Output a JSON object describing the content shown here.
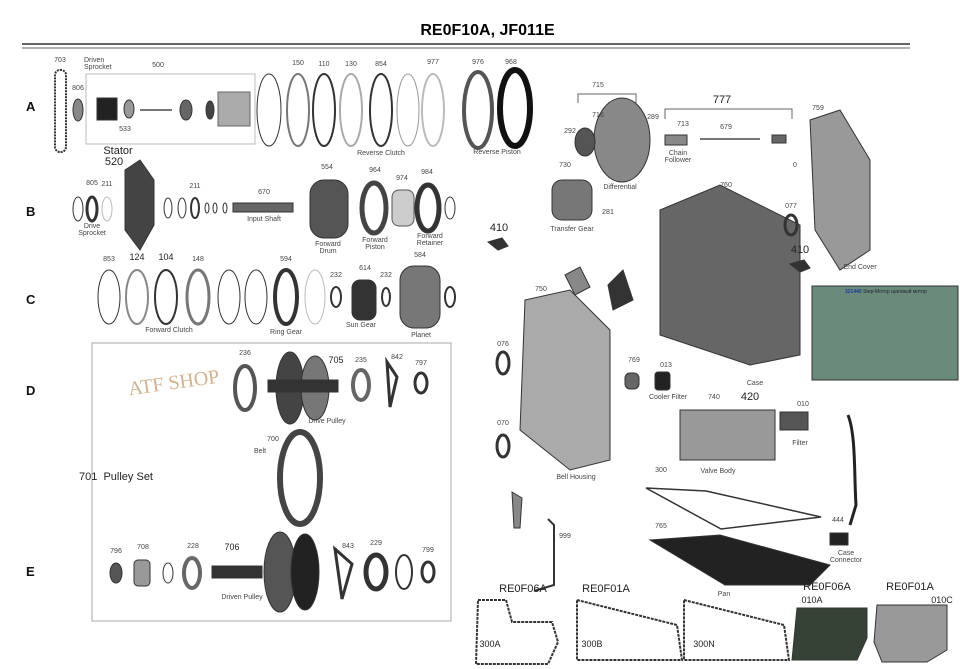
{
  "title": "RE0F10A, JF011E",
  "row_letters": [
    "A",
    "B",
    "C",
    "D",
    "E"
  ],
  "watermark": "ATF SHOP",
  "section_a": [
    "703",
    "Driven Sprocket",
    "806",
    "500",
    "533",
    "150",
    "110",
    "130",
    "854",
    "977",
    "976",
    "968",
    "Reverse Clutch",
    "Reverse Piston"
  ],
  "section_b": [
    "Stator",
    "520",
    "805",
    "211",
    "Drive Sprocket",
    "211",
    "670",
    "Input Shaft",
    "554",
    "964",
    "974",
    "984",
    "Forward Drum",
    "Forward Piston",
    "Forward Retainer"
  ],
  "section_c": [
    "853",
    "124",
    "104",
    "148",
    "594",
    "232",
    "614",
    "232",
    "584",
    "Forward Clutch",
    "Ring Gear",
    "Sun Gear",
    "Planet"
  ],
  "pulley_set": [
    "236",
    "705",
    "235",
    "842",
    "797",
    "Drive Pulley",
    "700",
    "Belt",
    "701  Pulley Set",
    "796",
    "708",
    "228",
    "706",
    "843",
    "229",
    "799",
    "Driven Pulley"
  ],
  "right": [
    "715",
    "716",
    "292",
    "289",
    "Differential",
    "777",
    "713",
    "679",
    "Chain Follower",
    "759",
    "0",
    "730",
    "281",
    "Transfer Gear",
    "760",
    "077",
    "410",
    "410",
    "End Cover",
    "750",
    "076",
    "769",
    "013",
    "Cooler Filter",
    "Case"
  ],
  "inset": {
    "part_no": "321440",
    "desc": "Step-Мотор шаговый мотор"
  },
  "lower": [
    "740",
    "420",
    "010",
    "Filter",
    "Valve Body",
    "070",
    "Bell Housing",
    "300",
    "765",
    "999",
    "444",
    "Case Connector",
    "Pan",
    "RE0F06A",
    "RE0F01A",
    "300A",
    "300B",
    "300N",
    "RE0F06A",
    "RE0F01A",
    "010A",
    "010C"
  ]
}
